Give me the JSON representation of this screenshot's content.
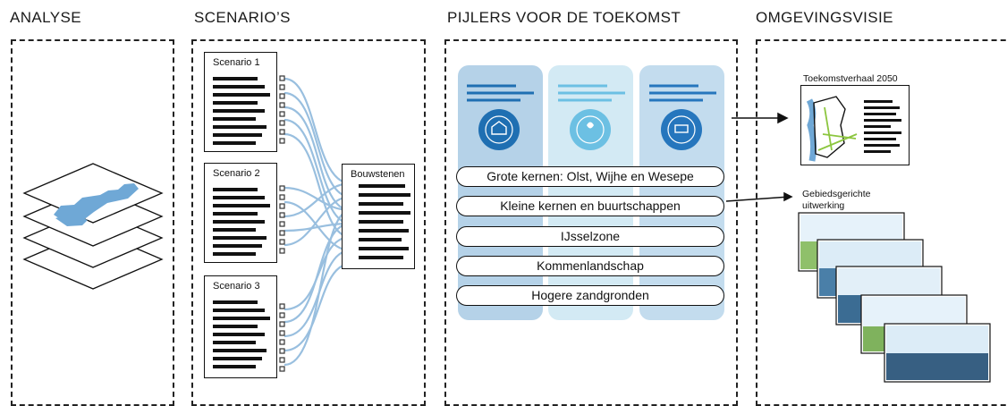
{
  "columns": {
    "analyse": "ANALYSE",
    "scenarios": "SCENARIO’S",
    "pijlers": "PIJLERS VOOR DE TOEKOMST",
    "visie": "OMGEVINGSVISIE"
  },
  "scenarios": [
    "Scenario 1",
    "Scenario 2",
    "Scenario 3"
  ],
  "bouwstenen": "Bouwstenen",
  "areas": [
    "Grote kernen: Olst, Wijhe en Wesepe",
    "Kleine kernen en buurtschappen",
    "IJsselzone",
    "Kommenlandschap",
    "Hogere zandgronden"
  ],
  "toekomstverhaal": "Toekomstverhaal 2050",
  "gebiedsgericht": [
    "Gebiedsgerichte",
    "uitwerking"
  ],
  "colors": {
    "pillar_1": "#b5d2e8",
    "pillar_2": "#d3eaf4",
    "pillar_3": "#c3dcee",
    "icon_1": "#1f6fb2",
    "icon_2": "#6cc0e3",
    "icon_3": "#2676bd",
    "connector": "#8fb9dc",
    "map_blue": "#6fa8d6"
  },
  "icons": [
    "community-home-icon",
    "nature-water-icon",
    "agriculture-icon"
  ]
}
